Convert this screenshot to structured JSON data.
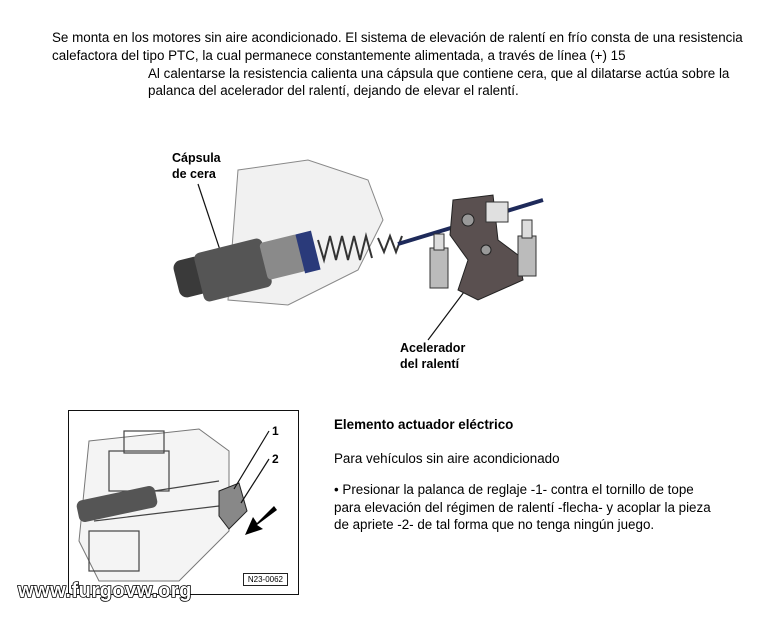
{
  "intro": {
    "line1": "Se monta en los motores sin aire acondicionado. El sistema de elevación de ralentí en frío consta de una resistencia calefactora del tipo PTC, la cual permanece constantemente alimentada, a través de línea (+) 15",
    "line2": "Al calentarse la resistencia calienta una cápsula que contiene cera, que al dilatarse actúa sobre la palanca del acelerador del ralentí, dejando de elevar el ralentí."
  },
  "figure_top": {
    "label_capsula": [
      "Cápsula",
      "de cera"
    ],
    "label_acelerador": [
      "Acelerador",
      "del ralentí"
    ]
  },
  "figure_bottom": {
    "callout_1": "1",
    "callout_2": "2",
    "code": "N23-0062"
  },
  "section": {
    "heading": "Elemento actuador eléctrico",
    "subtitle": "Para vehículos sin aire acondicionado",
    "bullet": "• Presionar la palanca de reglaje -1- contra el tornillo de tope para elevación del régimen de ralentí -flecha- y acoplar la pieza de apriete -2- de tal forma que no tenga ningún juego."
  },
  "watermark": "www.furgovw.org"
}
